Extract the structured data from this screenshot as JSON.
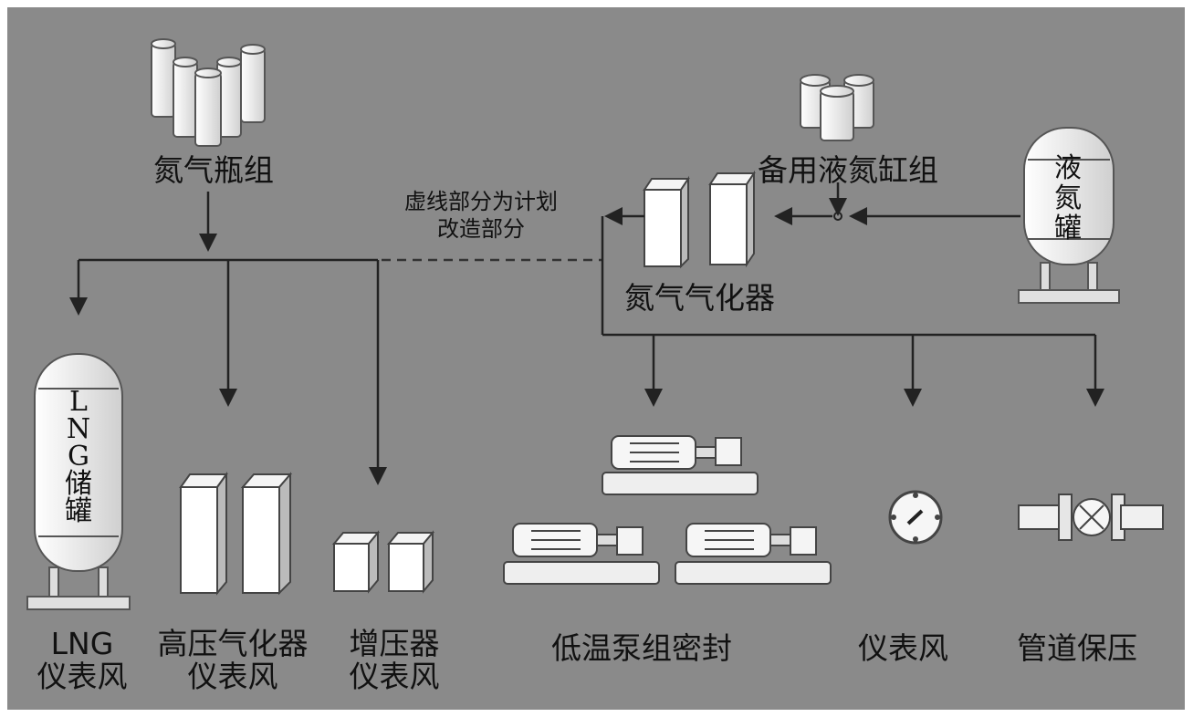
{
  "nodes": {
    "nitrogen_cylinders": "氮气瓶组",
    "backup_tank_group": "备用液氮缸组",
    "liquid_nitrogen_tank": [
      "液",
      "氮",
      "罐"
    ],
    "nitrogen_vaporizer": "氮气气化器",
    "dashed_note": [
      "虚线部分为计划",
      "改造部分"
    ],
    "lng_tank": [
      "L",
      "N",
      "G",
      "储",
      "罐"
    ]
  },
  "consumers": {
    "lng_instrument_air": [
      "LNG",
      "仪表风"
    ],
    "hp_vaporizer_instrument_air": [
      "高压气化器",
      "仪表风"
    ],
    "booster_instrument_air": [
      "增压器",
      "仪表风"
    ],
    "cryo_pump_seal": "低温泵组密封",
    "instrument_air": "仪表风",
    "pipeline_pressure": "管道保压"
  },
  "colors": {
    "background": "#8a8a8a",
    "line": "#222222",
    "dash": "#333333",
    "equipment": "#ffffff"
  }
}
